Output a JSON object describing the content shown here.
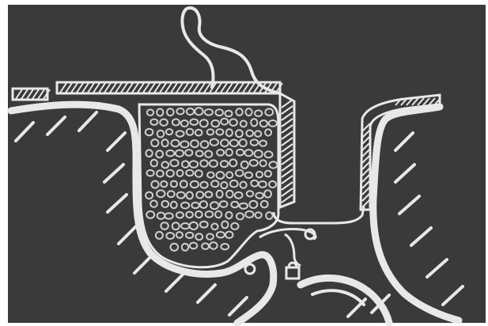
{
  "colors": {
    "background": "#ffffff",
    "chalkboard": "#3a3a3a",
    "chalk": "#e8e8e8",
    "granule": "#d0d0d0"
  },
  "elements": {
    "tissue_wall": "hatched-tissue",
    "gland": "round-cells",
    "duct": "winding-duct",
    "valve": "small-lock-shape"
  }
}
